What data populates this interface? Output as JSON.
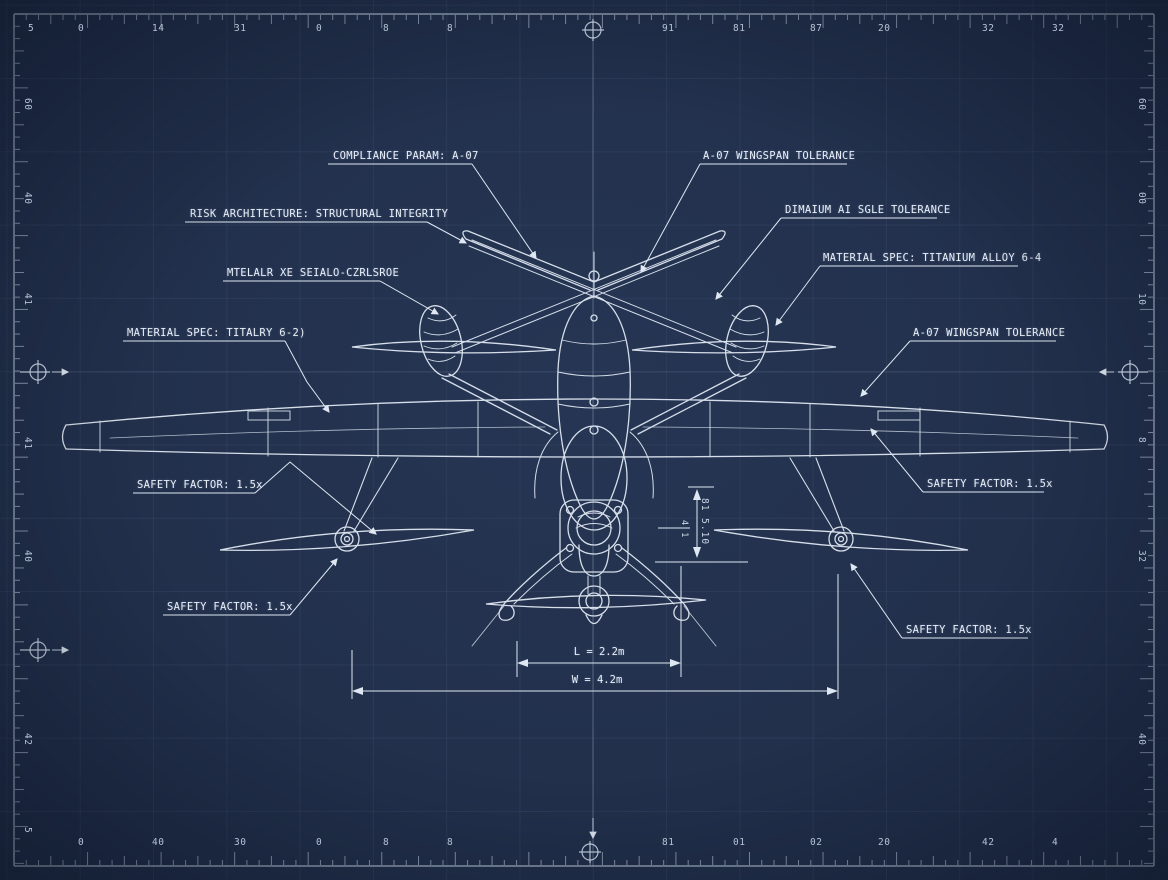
{
  "colors": {
    "background": "#22304c",
    "grid": "#3a4c6e",
    "line": "#e4ecf6",
    "text": "#e9eff8"
  },
  "annotations": {
    "compliance_param": "COMPLIANCE PARAM: A-07",
    "wingspan_tolerance_top": "A-07 WINGSPAN TOLERANCE",
    "risk_architecture": "RISK ARCHITECTURE: STRUCTURAL INTEGRITY",
    "dimaium_tolerance": "DIMAIUM AI SGLE TOLERANCE",
    "mtelalr_spec": "MTELALR XE SEIALO-CZRLSROE",
    "material_titanium": "MATERIAL SPEC: TITANIUM ALLOY 6-4",
    "material_titalry": "MATERIAL SPEC: TITALRY 6-2)",
    "wingspan_tolerance_right": "A-07 WINGSPAN TOLERANCE",
    "safety_left_upper": "SAFETY FACTOR: 1.5x",
    "safety_right_upper": "SAFETY FACTOR: 1.5x",
    "safety_left_lower": "SAFETY FACTOR: 1.5x",
    "safety_right_lower": "SAFETY FACTOR: 1.5x"
  },
  "dimensions": {
    "length": "L = 2.2m",
    "width": "W = 4.2m",
    "height_primary": "81 5.10",
    "height_secondary": "4 1"
  },
  "rulers": {
    "top_labels": [
      "5",
      "0",
      "14",
      "31",
      "0",
      "8",
      "8",
      "91",
      "81",
      "87",
      "20",
      "32",
      "32"
    ],
    "bottom_labels": [
      "0",
      "40",
      "30",
      "0",
      "8",
      "8",
      "81",
      "01",
      "02",
      "20",
      "42",
      "4"
    ],
    "left_labels": [
      "60",
      "40",
      "41",
      "41",
      "40",
      "42",
      "5"
    ],
    "right_labels": [
      "60",
      "00",
      "10",
      "8",
      "32",
      "40"
    ]
  }
}
